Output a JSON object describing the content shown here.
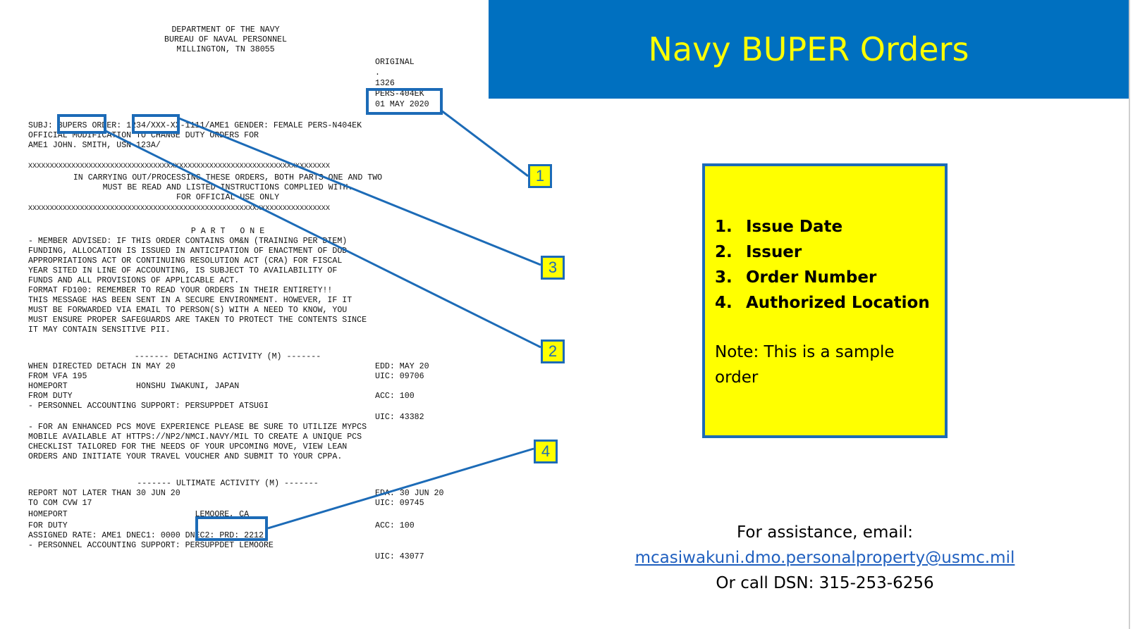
{
  "banner": {
    "title": "Navy BUPER Orders"
  },
  "legend": {
    "items": [
      {
        "num": "1.",
        "label": "Issue Date"
      },
      {
        "num": "2.",
        "label": "Issuer"
      },
      {
        "num": "3.",
        "label": "Order Number"
      },
      {
        "num": "4.",
        "label": "Authorized Location"
      }
    ],
    "note": "Note: This is a sample order"
  },
  "assistance": {
    "line1": "For assistance, email:",
    "email": "mcasiwakuni.dmo.personalproperty@usmc.mil",
    "line3": "Or call DSN: 315-253-6256"
  },
  "callouts": [
    "1",
    "3",
    "2",
    "4"
  ],
  "document": {
    "header": [
      "DEPARTMENT OF THE NAVY",
      "BUREAU OF NAVAL PERSONNEL",
      "MILLINGTON, TN 38055"
    ],
    "original": "ORIGINAL",
    "dot": ".",
    "code": "1326",
    "pers": "PERS-404EK",
    "date": "01 MAY 2020",
    "subj1": "SUBJ: BUPERS ORDER: 1234/XXX-XX-1111/AME1 GENDER: FEMALE PERS-N404EK",
    "subj2": "OFFICIAL MODIFICATION TO CHANGE DUTY ORDERS FOR",
    "subj3": "AME1 JOHN. SMITH, USN 123A/",
    "xline": "XXXXXXXXXXXXXXXXXXXXXXXXXXXXXXXXXXXXXXXXXXXXXXXXXXXXXXXXXXXXXXXXXXXXXX",
    "warn1": "IN CARRYING OUT/PROCESSING THESE ORDERS, BOTH PARTS ONE AND TWO",
    "warn2": "MUST BE READ AND LISTED INSTRUCTIONS COMPLIED WITH.",
    "warn3": "FOR OFFICIAL USE ONLY",
    "partone": "P A R T   O N E",
    "p1": [
      "- MEMBER ADVISED: IF THIS ORDER CONTAINS OM&N (TRAINING PER DIEM)",
      "FUNDING, ALLOCATION IS ISSUED IN ANTICIPATION OF ENACTMENT OF DOD",
      "APPROPRIATIONS ACT OR CONTINUING RESOLUTION ACT (CRA) FOR FISCAL",
      "YEAR SITED IN LINE OF ACCOUNTING, IS SUBJECT TO AVAILABILITY OF",
      "FUNDS AND ALL PROVISIONS OF APPLICABLE ACT.",
      "FORMAT FD100: REMEMBER TO READ YOUR ORDERS IN THEIR ENTIRETY!!",
      "THIS MESSAGE HAS BEEN SENT IN A SECURE ENVIRONMENT. HOWEVER, IF IT",
      "MUST BE FORWARDED VIA EMAIL TO PERSON(S) WITH A NEED TO KNOW, YOU",
      "MUST ENSURE PROPER SAFEGUARDS ARE TAKEN TO PROTECT THE CONTENTS SINCE",
      "IT MAY CONTAIN SENSITIVE PII."
    ],
    "detach_head": "------- DETACHING ACTIVITY (M) -------",
    "detach": [
      {
        "left": "WHEN DIRECTED DETACH IN MAY 20",
        "right": "EDD: MAY 20"
      },
      {
        "left": "FROM VFA 195",
        "right": "UIC: 09706"
      },
      {
        "left": "HOMEPORT              HONSHU IWAKUNI, JAPAN",
        "right": ""
      },
      {
        "left": "FROM DUTY",
        "right": "ACC: 100"
      },
      {
        "left": "- PERSONNEL ACCOUNTING SUPPORT: PERSUPPDET ATSUGI",
        "right": ""
      },
      {
        "left": "",
        "right": "UIC: 43382"
      }
    ],
    "pcs": [
      "- FOR AN ENHANCED PCS MOVE EXPERIENCE PLEASE BE SURE TO UTILIZE MYPCS",
      "MOBILE AVAILABLE AT HTTPS://NP2/NMCI.NAVY/MIL TO CREATE A UNIQUE PCS",
      "CHECKLIST TAILORED FOR THE NEEDS OF YOUR UPCOMING MOVE, VIEW LEAN",
      "ORDERS AND INITIATE YOUR TRAVEL VOUCHER AND SUBMIT TO YOUR CPPA."
    ],
    "ult_head": "------- ULTIMATE ACTIVITY (M) -------",
    "ult": [
      {
        "left": "REPORT NOT LATER THAN 30 JUN 20",
        "right": "EDA: 30 JUN 20"
      },
      {
        "left": "TO COM CVW 17",
        "right": "UIC: 09745"
      },
      {
        "left": "HOMEPORT                          LEMOORE, CA",
        "right": ""
      },
      {
        "left": "FOR DUTY",
        "right": "ACC: 100"
      },
      {
        "left": "ASSIGNED RATE: AME1 DNEC1: 0000 DNEC2: PRD: 2212",
        "right": ""
      },
      {
        "left": "- PERSONNEL ACCOUNTING SUPPORT: PERSUPPDET LEMOORE",
        "right": ""
      },
      {
        "left": "",
        "right": "UIC: 43077"
      }
    ]
  }
}
